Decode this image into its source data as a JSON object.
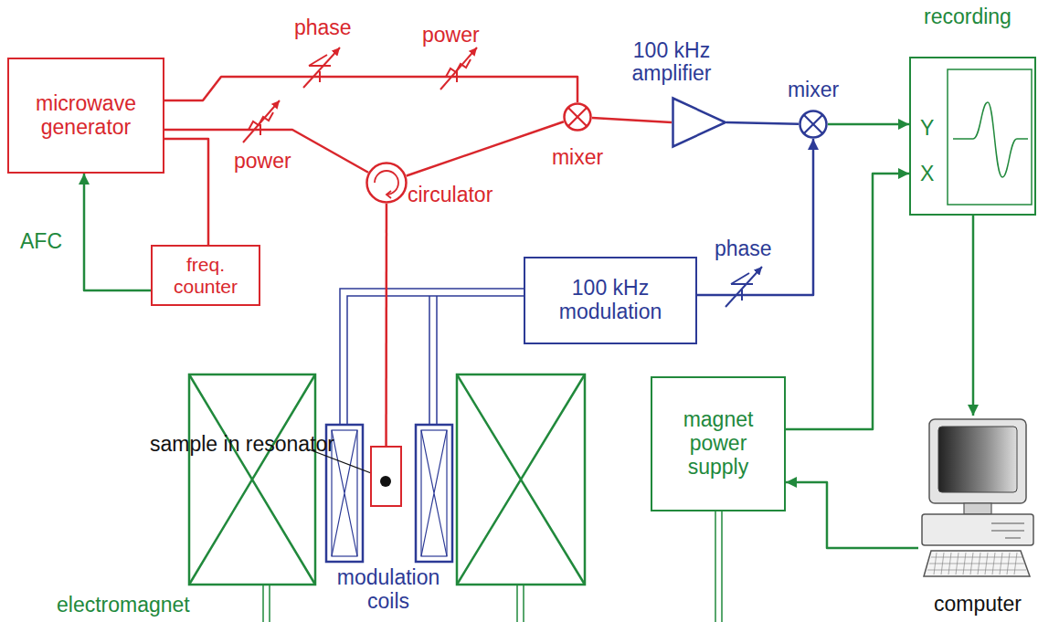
{
  "diagram": {
    "nodes": [
      {
        "text": [
          "microwave generator"
        ]
      },
      {
        "text": [
          "freq. counter"
        ]
      },
      {
        "text": [
          "circulator"
        ]
      },
      {
        "text": [
          "mixer"
        ]
      },
      {
        "text": [
          "100 kHz amplifier"
        ]
      },
      {
        "text": [
          "mixer"
        ]
      },
      {
        "text": [
          "recording",
          "Y",
          "X"
        ]
      },
      {
        "text": [
          "100 kHz modulation"
        ]
      },
      {
        "text": [
          "sample in resonator"
        ]
      },
      {
        "text": [
          "magnet power supply"
        ]
      },
      {
        "text": [
          "computer"
        ]
      }
    ],
    "edges": [
      {
        "from": 0,
        "to": 2,
        "arrow": "none"
      },
      {
        "from": 0,
        "to": 3,
        "arrow": "none"
      },
      {
        "from": 2,
        "to": 3,
        "arrow": "none"
      },
      {
        "from": 2,
        "to": 8,
        "arrow": "none"
      },
      {
        "from": 0,
        "to": 1,
        "arrow": "none"
      },
      {
        "from": 1,
        "to": 0,
        "label": "AFC",
        "arrow": "to"
      },
      {
        "from": 3,
        "to": 4,
        "arrow": "none"
      },
      {
        "from": 4,
        "to": 5,
        "arrow": "none"
      },
      {
        "from": 5,
        "to": 6,
        "arrow": "to"
      },
      {
        "from": 7,
        "to": 5,
        "arrow": "to"
      },
      {
        "from": 9,
        "to": 6,
        "arrow": "to"
      },
      {
        "from": 6,
        "to": 10,
        "arrow": "to"
      },
      {
        "from": 10,
        "to": 9,
        "arrow": "to"
      }
    ],
    "labels": [
      "phase",
      "power",
      "power",
      "phase",
      "modulation coils",
      "electromagnet"
    ]
  }
}
